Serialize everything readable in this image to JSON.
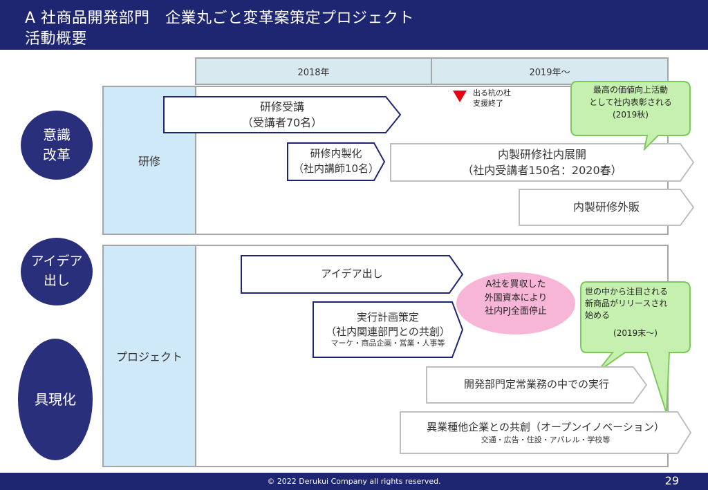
{
  "header": {
    "title_line1": "A 社商品開発部門　企業丸ごと変革案策定プロジェクト",
    "title_line2": "活動概要"
  },
  "timeline": {
    "year1": "2018年",
    "year2": "2019年～"
  },
  "categories": {
    "awareness": [
      "意識",
      "改革"
    ],
    "idea": [
      "アイデア",
      "出し"
    ],
    "realize": "具現化"
  },
  "rows": {
    "training": "研修",
    "project": "プロジェクト"
  },
  "bars": {
    "training_course": [
      "研修受講",
      "（受講者70名）"
    ],
    "inhouse_training": [
      "研修内製化",
      "（社内講師10名）"
    ],
    "internal_rollout": [
      "内製研修社内展開",
      "（社内受講者150名：2020春）"
    ],
    "external_sales": "内製研修外販",
    "idea_generation": "アイデア出し",
    "execution_plan": [
      "実行計画策定",
      "（社内関連部門との共創）",
      "マーケ・商品企画・営業・人事等"
    ],
    "dev_execution": "開発部門定常業務の中での実行",
    "cocreation": [
      "異業種他企業との共創（オープンイノベーション）",
      "交通・広告・住設・アパレル・学校等"
    ]
  },
  "milestone": [
    "出る杭の杜",
    "支援終了"
  ],
  "callouts": {
    "award": [
      "最高の価値向上活動",
      "として社内表彰される",
      "(2019秋)"
    ],
    "release": [
      "世の中から注目される",
      "新商品がリリースされ",
      "始める",
      "(2019末～)"
    ],
    "acquisition": [
      "A社を買収した",
      "外国資本により",
      "社内PJ全面停止"
    ]
  },
  "footer": {
    "copyright": "© 2022 Derukui Company all rights reserved.",
    "page": "29"
  },
  "colors": {
    "navy": "#1e2672",
    "oval": "#2a2f7c",
    "callout_green": "#c6f0b0",
    "callout_pink": "#f7b6d8",
    "marker_red": "#e60012"
  }
}
